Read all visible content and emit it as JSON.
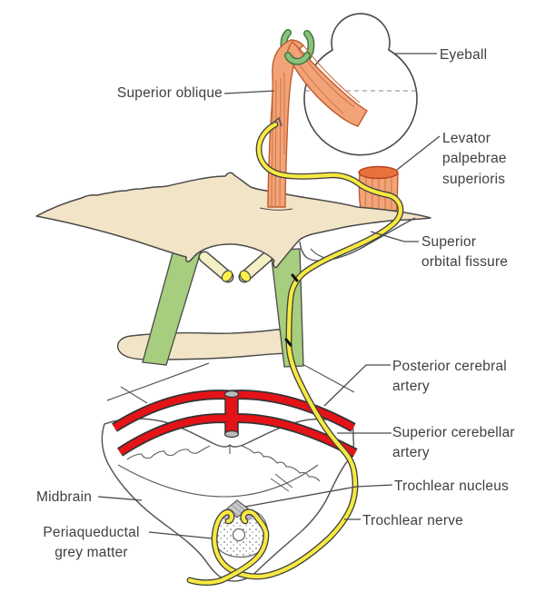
{
  "labels": {
    "eyeball": "Eyeball",
    "superior_oblique": "Superior oblique",
    "levator_palpebrae_superioris": "Levator\npalpebrae\nsuperioris",
    "superior_orbital_fissure": "Superior\norbital fissure",
    "posterior_cerebral_artery": "Posterior cerebral\nartery",
    "superior_cerebellar_artery": "Superior cerebellar\nartery",
    "trochlear_nucleus": "Trochlear nucleus",
    "trochlear_nerve": "Trochlear nerve",
    "midbrain": "Midbrain",
    "periaqueductal_grey_matter": "Periaqueductal\ngrey matter"
  },
  "colors": {
    "muscle": "#F2A478",
    "muscle_stripe": "#D0784A",
    "muscle_outline": "#C05A2E",
    "muscle_cut_surface": "#E8713D",
    "bone": "#F2E4C6",
    "trochlea_green": "#8CC07C",
    "dura_green": "#A6CE7E",
    "nerve_yellow": "#F7E93F",
    "nerve_stump_body": "#F4F0C4",
    "nerve_stump_face": "#FFF046",
    "artery_red": "#E41318",
    "outline_grey": "#4A4A4A",
    "label_text": "#3F3F3F",
    "nucleus_grey": "#C9C9C9",
    "accessory_purple": "#C2B0D8"
  }
}
